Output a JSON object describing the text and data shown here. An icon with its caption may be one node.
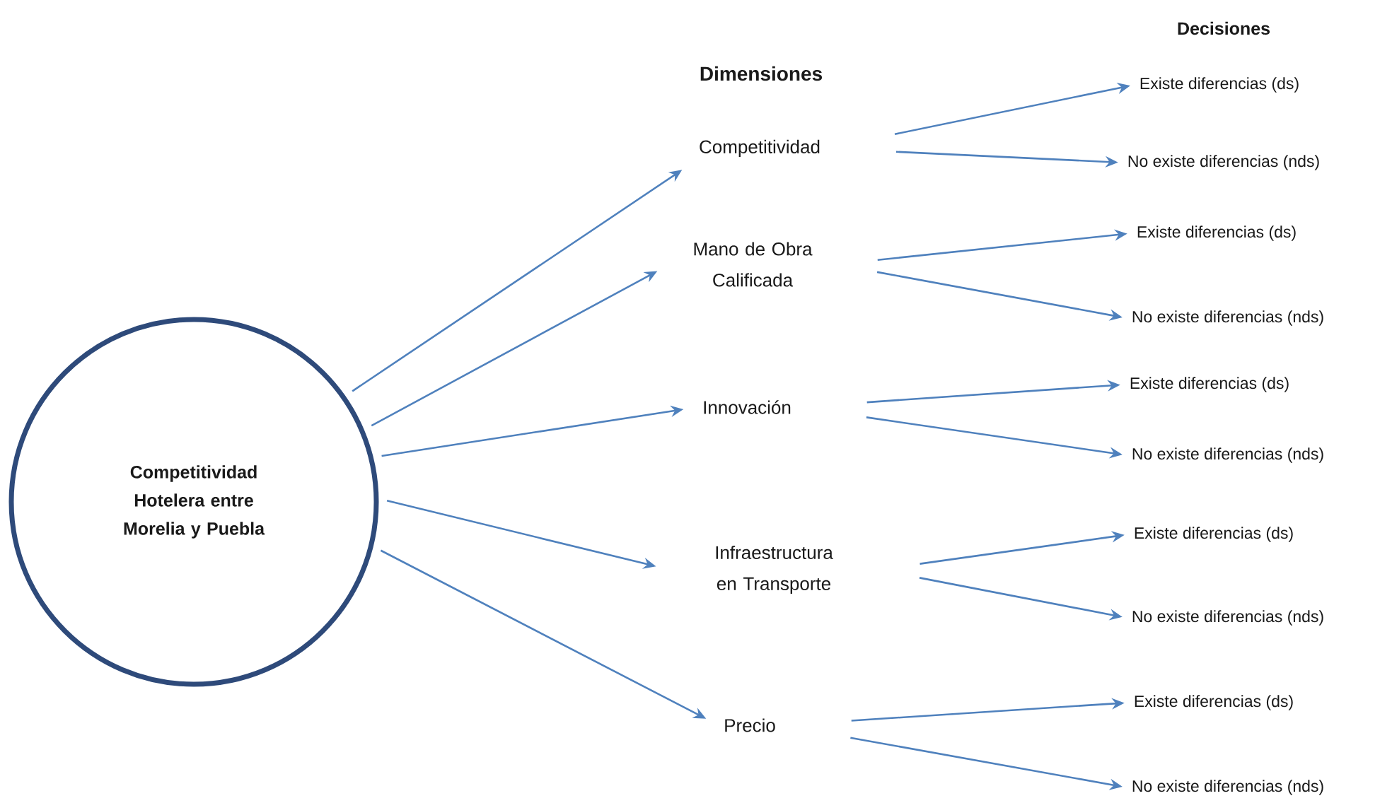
{
  "diagram": {
    "nodes": [
      {
        "text": [
          "Competitividad Hotelera entre Morelia y Puebla"
        ]
      },
      {
        "text": [
          "Competitividad"
        ]
      },
      {
        "text": [
          "Mano de Obra Calificada"
        ]
      },
      {
        "text": [
          "Innovación"
        ]
      },
      {
        "text": [
          "Infraestructura en Transporte"
        ]
      },
      {
        "text": [
          "Precio"
        ]
      },
      {
        "text": [
          "Existe diferencias (ds)"
        ]
      },
      {
        "text": [
          "No existe diferencias (nds)"
        ]
      },
      {
        "text": [
          "Existe diferencias (ds)"
        ]
      },
      {
        "text": [
          "No existe diferencias (nds)"
        ]
      },
      {
        "text": [
          "Existe diferencias (ds)"
        ]
      },
      {
        "text": [
          "No existe diferencias (nds)"
        ]
      },
      {
        "text": [
          "Existe diferencias (ds)"
        ]
      },
      {
        "text": [
          "No existe diferencias (nds)"
        ]
      },
      {
        "text": [
          "Existe diferencias (ds)"
        ]
      },
      {
        "text": [
          "No existe diferencias (nds)"
        ]
      }
    ],
    "edges": [
      {
        "from": 0,
        "to": 1,
        "arrow": "to"
      },
      {
        "from": 0,
        "to": 2,
        "arrow": "to"
      },
      {
        "from": 0,
        "to": 3,
        "arrow": "to"
      },
      {
        "from": 0,
        "to": 4,
        "arrow": "to"
      },
      {
        "from": 0,
        "to": 5,
        "arrow": "to"
      },
      {
        "from": 1,
        "to": 6,
        "arrow": "to"
      },
      {
        "from": 1,
        "to": 7,
        "arrow": "to"
      },
      {
        "from": 2,
        "to": 8,
        "arrow": "to"
      },
      {
        "from": 2,
        "to": 9,
        "arrow": "to"
      },
      {
        "from": 3,
        "to": 10,
        "arrow": "to"
      },
      {
        "from": 3,
        "to": 11,
        "arrow": "to"
      },
      {
        "from": 4,
        "to": 12,
        "arrow": "to"
      },
      {
        "from": 4,
        "to": 13,
        "arrow": "to"
      },
      {
        "from": 5,
        "to": 14,
        "arrow": "to"
      },
      {
        "from": 5,
        "to": 15,
        "arrow": "to"
      }
    ],
    "labels": [
      "Decisiones",
      "Dimensiones"
    ]
  }
}
